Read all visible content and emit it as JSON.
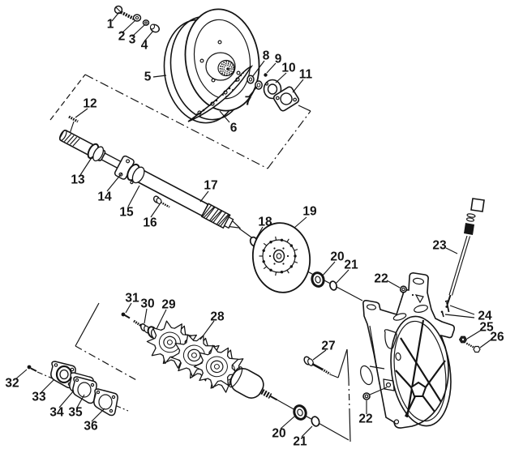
{
  "diagram": {
    "background_color": "#ffffff",
    "ink_color": "#141414",
    "callouts": [
      {
        "id": "1",
        "text": "1"
      },
      {
        "id": "2",
        "text": "2"
      },
      {
        "id": "3",
        "text": "3"
      },
      {
        "id": "4",
        "text": "4"
      },
      {
        "id": "5",
        "text": "5"
      },
      {
        "id": "6",
        "text": "6"
      },
      {
        "id": "7",
        "text": "7"
      },
      {
        "id": "8",
        "text": "8"
      },
      {
        "id": "9",
        "text": "9"
      },
      {
        "id": "10",
        "text": "10"
      },
      {
        "id": "11",
        "text": "11"
      },
      {
        "id": "12",
        "text": "12"
      },
      {
        "id": "13",
        "text": "13"
      },
      {
        "id": "14",
        "text": "14"
      },
      {
        "id": "15",
        "text": "15"
      },
      {
        "id": "16",
        "text": "16"
      },
      {
        "id": "17",
        "text": "17"
      },
      {
        "id": "18",
        "text": "18"
      },
      {
        "id": "19",
        "text": "19"
      },
      {
        "id": "20",
        "text": "20"
      },
      {
        "id": "21",
        "text": "21"
      },
      {
        "id": "22",
        "text": "22"
      },
      {
        "id": "23",
        "text": "23"
      },
      {
        "id": "24",
        "text": "24"
      },
      {
        "id": "25",
        "text": "25"
      },
      {
        "id": "26",
        "text": "26"
      },
      {
        "id": "27",
        "text": "27"
      },
      {
        "id": "28",
        "text": "28"
      },
      {
        "id": "29",
        "text": "29"
      },
      {
        "id": "30",
        "text": "30"
      },
      {
        "id": "31",
        "text": "31"
      },
      {
        "id": "32",
        "text": "32"
      },
      {
        "id": "33",
        "text": "33"
      },
      {
        "id": "34",
        "text": "34"
      },
      {
        "id": "35",
        "text": "35"
      },
      {
        "id": "36",
        "text": "36"
      },
      {
        "id": "20b",
        "text": "20"
      },
      {
        "id": "21b",
        "text": "21"
      },
      {
        "id": "22b",
        "text": "22"
      }
    ]
  }
}
